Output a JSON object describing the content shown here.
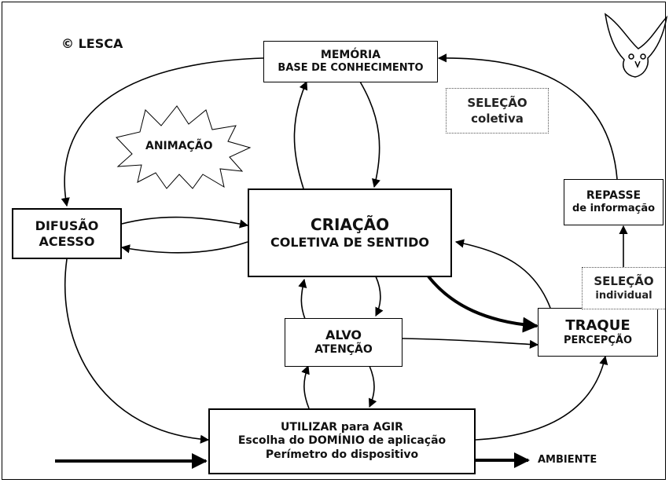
{
  "copyright": "© LESCA",
  "starburst_label": "ANIMAÇÃO",
  "nodes": {
    "memoria": {
      "line1": "MEMÓRIA",
      "line2": "BASE DE CONHECIMENTO"
    },
    "criacao": {
      "line1": "CRIAÇÃO",
      "line2": "COLETIVA DE SENTIDO"
    },
    "difusao": {
      "line1": "DIFUSÃO",
      "line2": "ACESSO"
    },
    "repasse": {
      "line1": "REPASSE",
      "line2": "de informação"
    },
    "traque": {
      "line1": "TRAQUE",
      "line2": "PERCEPÇÃO"
    },
    "alvo": {
      "line1": "ALVO",
      "line2": "ATENÇÃO"
    },
    "utilizar": {
      "line1": "UTILIZAR para AGIR",
      "line2": "Escolha do DOMÍNIO de aplicação",
      "line3": "Perímetro do dispositivo"
    }
  },
  "notes": {
    "selecao_coletiva": {
      "line1": "SELEÇÃO",
      "line2": "coletiva"
    },
    "selecao_individual": {
      "line1": "SELEÇÃO",
      "line2": "individual"
    }
  },
  "ambiente": "AMBIENTE",
  "colors": {
    "line": "#000000",
    "background": "#ffffff",
    "dotted_border": "#555555"
  },
  "icon": "owl-logo-icon"
}
